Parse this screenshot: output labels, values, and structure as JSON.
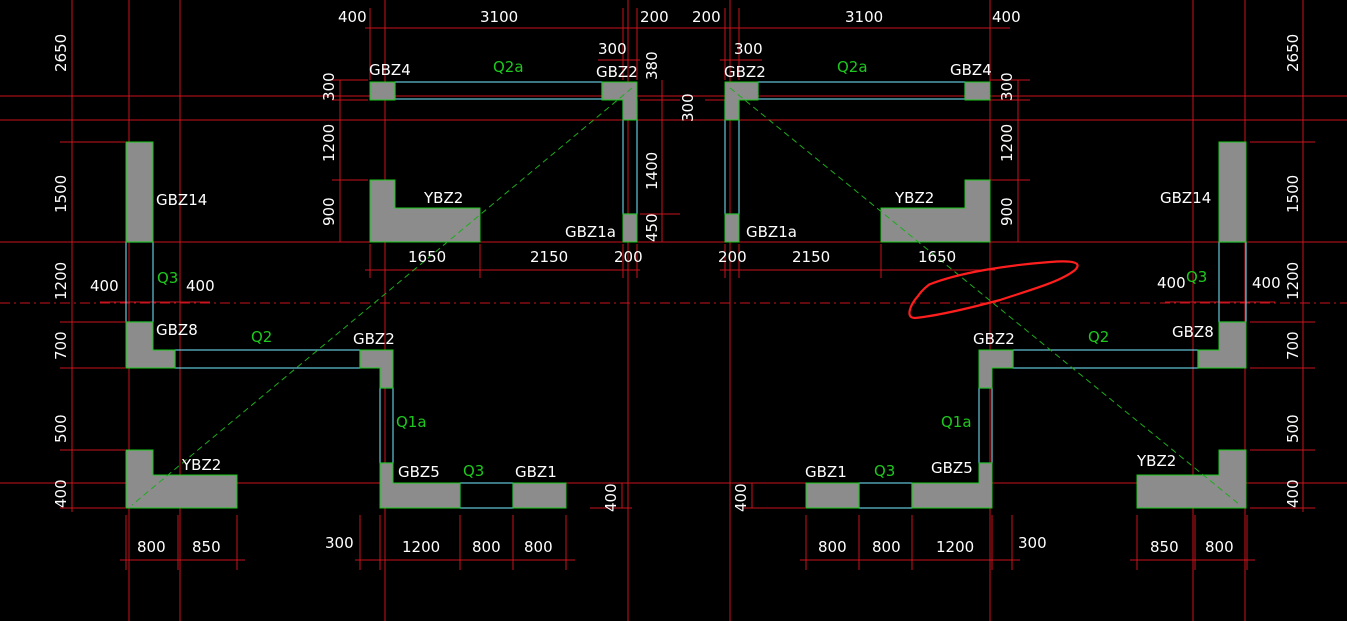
{
  "colors": {
    "background": "#000000",
    "grid": "#c8141e",
    "column_fill": "#8c8c8c",
    "column_edge": "#19c819",
    "wall_line": "#64c8dc",
    "wall_label": "#1ec81e",
    "annotation": "#ff1e1e"
  },
  "dimensions": {
    "top_400_l": "400",
    "top_3100_l": "3100",
    "top_200_l": "200",
    "top_200_r": "200",
    "top_3100_r": "3100",
    "top_400_r": "400",
    "top_300_l": "300",
    "top_300_r": "300",
    "v_380": "380",
    "v_300_mid": "300",
    "v_1400": "1400",
    "v_450": "450",
    "left_2650": "2650",
    "left_1500": "1500",
    "left_1200": "1200",
    "left_700": "700",
    "left_500": "500",
    "left_400": "400",
    "in_300_l": "300",
    "in_1200_l": "1200",
    "in_900_l": "900",
    "in_300_r": "300",
    "in_1200_r": "1200",
    "in_900_r": "900",
    "right_2650": "2650",
    "right_1500": "1500",
    "right_1200": "1200",
    "right_700": "700",
    "right_500": "500",
    "right_400": "400",
    "mid_1650_l": "1650",
    "mid_2150_l": "2150",
    "mid_200_l": "200",
    "mid_200_r": "200",
    "mid_2150_r": "2150",
    "mid_1650_r": "1650",
    "q3_400_l1": "400",
    "q3_400_l2": "400",
    "q3_400_r1": "400",
    "q3_400_r2": "400",
    "bot_400_l": "400",
    "bot_400_r": "400",
    "bot_800_a": "800",
    "bot_850_a": "850",
    "bot_300_l": "300",
    "bot_1200_l": "1200",
    "bot_800_b": "800",
    "bot_800_c": "800",
    "bot_800_d": "800",
    "bot_800_e": "800",
    "bot_1200_r": "1200",
    "bot_300_r": "300",
    "bot_850_b": "850",
    "bot_800_f": "800"
  },
  "labels": {
    "gbz4_l": "GBZ4",
    "gbz2_tl": "GBZ2",
    "gbz2_tr": "GBZ2",
    "gbz4_r": "GBZ4",
    "ybz2_ml": "YBZ2",
    "ybz2_mr": "YBZ2",
    "gbz1a_l": "GBZ1a",
    "gbz1a_r": "GBZ1a",
    "gbz14_l": "GBZ14",
    "gbz14_r": "GBZ14",
    "gbz8_l": "GBZ8",
    "gbz8_r": "GBZ8",
    "gbz2_ml": "GBZ2",
    "gbz2_mr": "GBZ2",
    "ybz2_bl": "YBZ2",
    "ybz2_br": "YBZ2",
    "gbz5_l": "GBZ5",
    "gbz1_l": "GBZ1",
    "gbz1_r": "GBZ1",
    "gbz5_r": "GBZ5"
  },
  "walls": {
    "q2a_l": "Q2a",
    "q2a_r": "Q2a",
    "q3_l": "Q3",
    "q3_r": "Q3",
    "q2_l": "Q2",
    "q2_r": "Q2",
    "q1a_l": "Q1a",
    "q1a_r": "Q1a",
    "q3_bl": "Q3",
    "q3_br": "Q3"
  }
}
